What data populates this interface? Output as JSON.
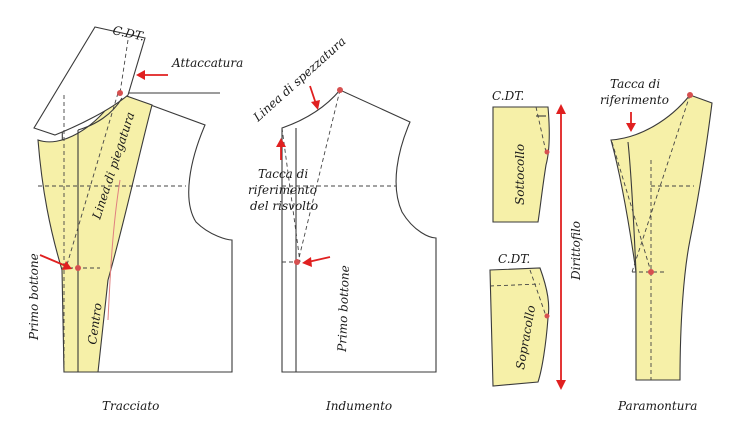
{
  "labels": {
    "cdt_collar_top": "C.DT.",
    "attaccatura": "Attaccatura",
    "linea_piegatura": "Linea di piegatura",
    "primo_bottone_left": "Primo bottone",
    "centro": "Centro",
    "linea_spezzatura": "Linea di spezzatura",
    "tacca_riferimento_risvolto": [
      "Tacca di",
      "riferimento",
      "del risvolto"
    ],
    "primo_bottone_mid": "Primo bottone",
    "cdt_sottocollo": "C.DT.",
    "sottocollo": "Sottocollo",
    "cdt_sopracollo": "C.DT.",
    "sopracollo": "Sopracollo",
    "dirittofilo": "Dirittofilo",
    "tacca_riferimento_param": [
      "Tacca di",
      "riferimento"
    ]
  },
  "captions": {
    "tracciato": "Tracciato",
    "indumento": "Indumento",
    "paramontura": "Paramontura"
  },
  "colors": {
    "fabric_fill": "#f6f0a8",
    "outline": "#3a3a3a",
    "arrow": "#e02020",
    "marker": "#d65050"
  }
}
